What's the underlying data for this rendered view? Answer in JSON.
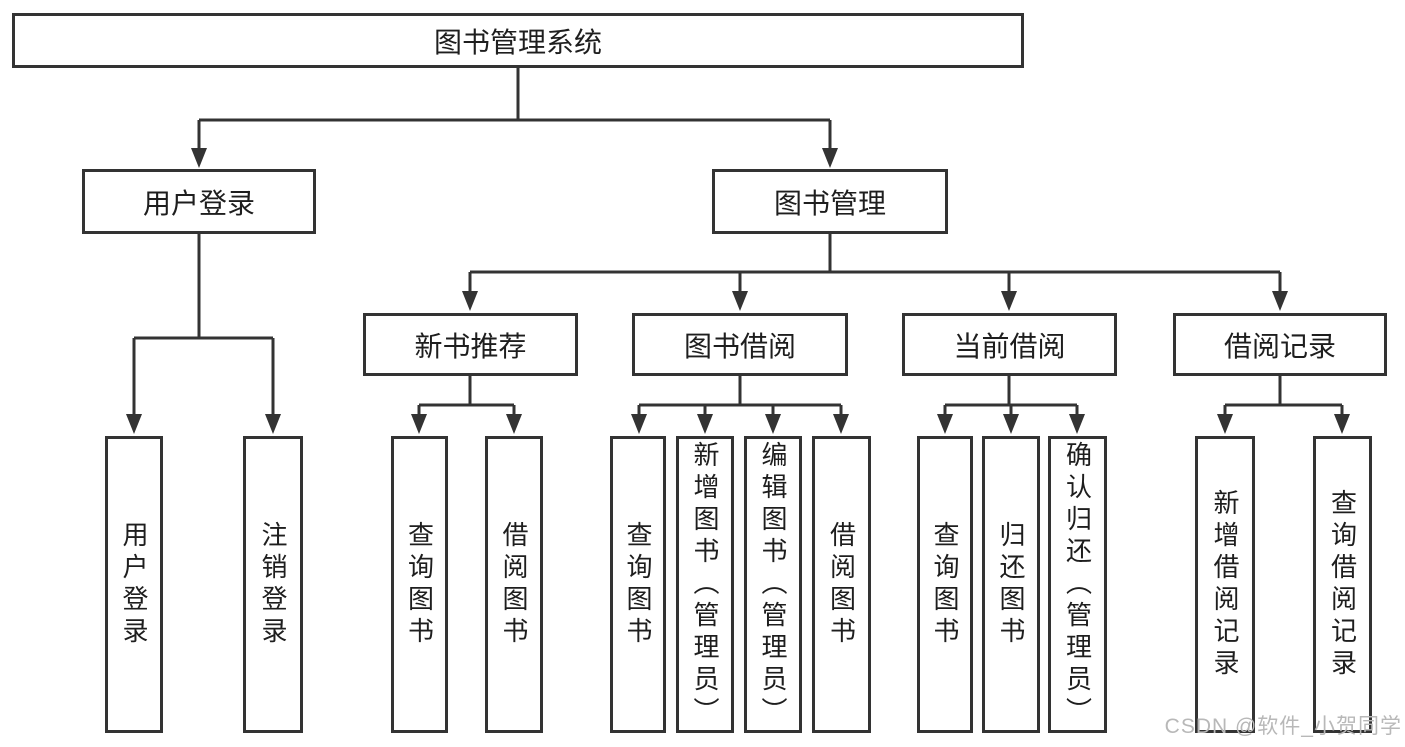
{
  "diagram": {
    "title_node": "图书管理系统",
    "watermark": "CSDN @软件_小贺同学",
    "colors": {
      "line": "#333333",
      "text": "#1e1e1e",
      "watermark": "#b8b8b8",
      "background": "#ffffff"
    },
    "nodes": {
      "root": {
        "label": "图书管理系统"
      },
      "login": {
        "label": "用户登录"
      },
      "mgmt": {
        "label": "图书管理"
      },
      "user_login": {
        "label": "用户登录"
      },
      "logout": {
        "label": "注销登录"
      },
      "new_rec": {
        "label": "新书推荐"
      },
      "borrow": {
        "label": "图书借阅"
      },
      "current": {
        "label": "当前借阅"
      },
      "records": {
        "label": "借阅记录"
      },
      "nb_query": {
        "label": "查询图书"
      },
      "nb_borrow": {
        "label": "借阅图书"
      },
      "bb_query": {
        "label": "查询图书"
      },
      "bb_add": {
        "label": "新增图书（管理员）"
      },
      "bb_edit": {
        "label": "编辑图书（管理员）"
      },
      "bb_borrow": {
        "label": "借阅图书"
      },
      "cb_query": {
        "label": "查询图书"
      },
      "cb_return": {
        "label": "归还图书"
      },
      "cb_confirm": {
        "label": "确认归还（管理员）"
      },
      "br_add": {
        "label": "新增借阅记录"
      },
      "br_query": {
        "label": "查询借阅记录"
      }
    }
  }
}
